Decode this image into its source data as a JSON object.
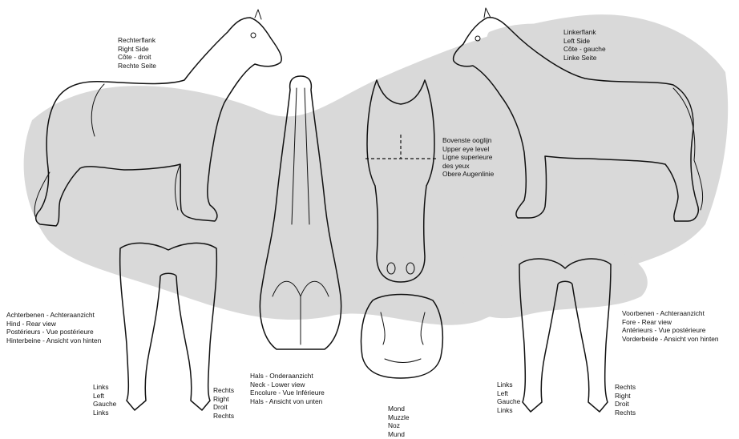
{
  "background_color": "#d9d9d9",
  "line_color": "#111111",
  "labels": {
    "right_side": [
      "Rechterflank",
      "Right Side",
      "Côte - droit",
      "Rechte Seite"
    ],
    "left_side": [
      "Linkerflank",
      "Left Side",
      "Côte - gauche",
      "Linke Seite"
    ],
    "eye_level": [
      "Bovenste ooglijn",
      "Upper eye level",
      "Ligne superieure",
      "des yeux",
      "Obere Augenlinie"
    ],
    "hind_view": [
      "Achterbenen - Achteraanzicht",
      "Hind - Rear view",
      "Postérieurs - Vue postérieure",
      "Hinterbeine - Ansicht von hinten"
    ],
    "fore_view": [
      "Voorbenen - Achteraanzicht",
      "Fore - Rear view",
      "Antérieurs - Vue postérieure",
      "Vorderbeide - Ansicht von hinten"
    ],
    "neck_view": [
      "Hals - Onderaanzicht",
      "Neck - Lower view",
      "Encolure - Vue Inférieure",
      "Hals - Ansicht von unten"
    ],
    "muzzle": [
      "Mond",
      "Muzzle",
      "Noz",
      "Mund"
    ],
    "hind_left": [
      "Links",
      "Left",
      "Gauche",
      "Links"
    ],
    "hind_right": [
      "Rechts",
      "Right",
      "Droit",
      "Rechts"
    ],
    "fore_left": [
      "Links",
      "Left",
      "Gauche",
      "Links"
    ],
    "fore_right": [
      "Rechts",
      "Right",
      "Droit",
      "Rechts"
    ]
  }
}
